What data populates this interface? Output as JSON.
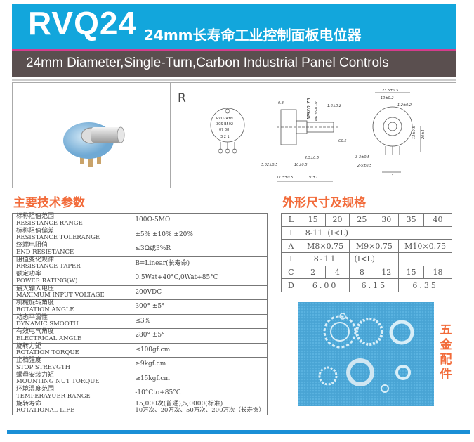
{
  "header": {
    "model": "RVQ24",
    "title_cn": "24mm长寿命工业控制面板电位器",
    "subtitle": "24mm Diameter,Single-Turn,Carbon Industrial Panel Controls"
  },
  "drawing": {
    "type_label": "R",
    "front_marking": [
      "RVQ24YN",
      "30S  B502",
      "07 08",
      "3 2 1"
    ],
    "dims": [
      "0.3",
      "M9X0.75",
      "Φ6.35-0.07",
      "1.8±0.2",
      "C0.5",
      "2.5±0.5",
      "5.02±0.5",
      "10±0.5",
      "11.5±0.5",
      "30±1",
      "23.5±0.5",
      "10±0.2",
      "1.2±0.2",
      "13±0.5",
      "20±1",
      "3-3±0.5",
      "2-5±0.5",
      "13"
    ]
  },
  "sections": {
    "specs": "主要技术参数",
    "dimensions": "外形尺寸及规格",
    "hardware": "五金配件"
  },
  "specs": [
    {
      "cn": "标称阻值范围",
      "en": "RESISTANCE RANGE",
      "value": "100Ω-5MΩ"
    },
    {
      "cn": "标称阻值偏差",
      "en": "RESISTANCE TOLERANGE",
      "value": "±5% ±10% ±20%"
    },
    {
      "cn": "终端电阻值",
      "en": "END RESISTANCE",
      "value": "≤3Ω或3%R"
    },
    {
      "cn": "阻值变化规律",
      "en": "RRSISTANCE TAPER",
      "value": "B=Linear(长寿命)"
    },
    {
      "cn": "额定功率",
      "en": "POWER RATING(W)",
      "value": "0.5Wat+40°C,0Wat+85°C"
    },
    {
      "cn": "最大输入电压",
      "en": "MAXIMUM INPUT VOLTAGE",
      "value": "200VDC"
    },
    {
      "cn": "机械旋转角度",
      "en": "ROTATION ANGLE",
      "value": "300° ±5°"
    },
    {
      "cn": "动态平滑性",
      "en": "DYNAMIC SMOOTH",
      "value": "≤3%"
    },
    {
      "cn": "有效电气角度",
      "en": "ELECTRICAL ANGLE",
      "value": "280° ±5°"
    },
    {
      "cn": "旋转力矩",
      "en": "ROTATION TORQUE",
      "value": "≤100gf.cm"
    },
    {
      "cn": "止档强度",
      "en": "STOP STREVGTH",
      "value": "≥9kgf.cm"
    },
    {
      "cn": "螺母安装力矩",
      "en": "MOUNTING NUT TORQUE",
      "value": "≥15kgf.cm"
    },
    {
      "cn": "环境温度范围",
      "en": "TEMPERAYUER RANGE",
      "value": "-10°Cto+85°C"
    },
    {
      "cn": "旋转寿命",
      "en": "ROTATIONAL LIFE",
      "value": "15,000次(普通),5,0000(标准)",
      "value2": "10万次、20万次、50万次、200万次（长寿命）"
    }
  ],
  "dims": {
    "L": {
      "label": "L",
      "values": [
        "15",
        "20",
        "25",
        "30",
        "35",
        "40"
      ]
    },
    "I1": {
      "label": "I",
      "value": "8-11  (I<L)"
    },
    "A": {
      "label": "A",
      "values": [
        "M8×0.75",
        "M9×0.75",
        "M10×0.75"
      ]
    },
    "I2": {
      "label": "I",
      "values": [
        "8-11",
        "(I<L)"
      ]
    },
    "C": {
      "label": "C",
      "values": [
        "2",
        "4",
        "8",
        "12",
        "15",
        "18"
      ]
    },
    "D": {
      "label": "D",
      "values": [
        "6.00",
        "6.15",
        "6.35"
      ]
    }
  },
  "colors": {
    "header_blue": "#12a6dc",
    "accent_pink": "#d43d8c",
    "subtitle_bar": "#5a4f4f",
    "section_orange": "#f26b3a"
  }
}
